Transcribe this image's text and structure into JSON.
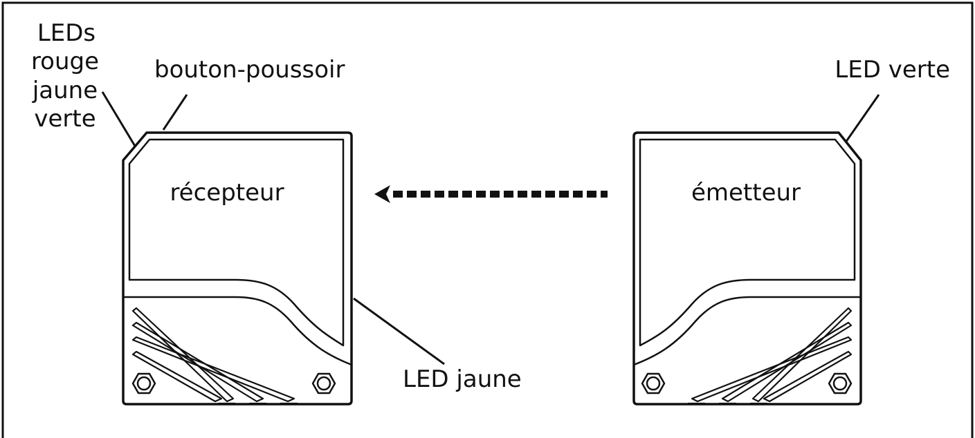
{
  "labels": {
    "leds_title": "LEDs",
    "leds_red": "rouge",
    "leds_yellow": "jaune",
    "leds_green": "verte",
    "push_button": "bouton-poussoir",
    "receiver": "récepteur",
    "emitter": "émetteur",
    "green_led": "LED verte",
    "yellow_led": "LED jaune"
  },
  "colors": {
    "ink": "#111111",
    "background": "#ffffff"
  },
  "icons": {
    "direction_arrow": "dashed-arrow-left-icon",
    "mounting_nut": "hex-nut-icon"
  }
}
